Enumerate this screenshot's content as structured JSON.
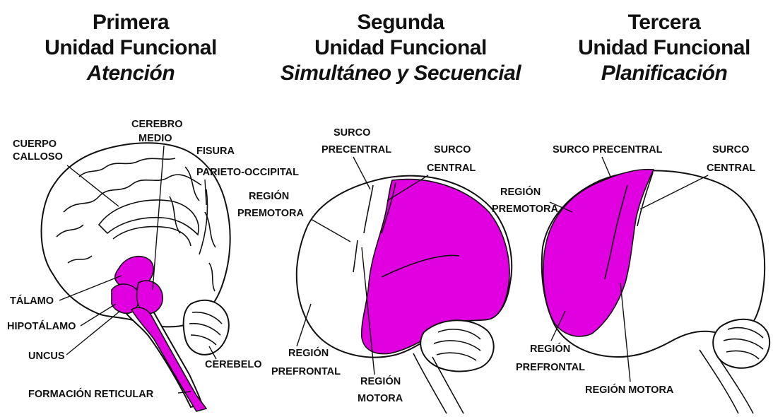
{
  "colors": {
    "highlight": "#e000e0",
    "ink": "#111111",
    "background": "#ffffff"
  },
  "panels": [
    {
      "title": "Primera",
      "subtitle": "Unidad Funcional",
      "function": "Atención",
      "labels": {
        "cuerpo_calloso": [
          "CUERPO",
          "CALLOSO"
        ],
        "cerebro_medio": [
          "CEREBRO",
          "MEDIO"
        ],
        "fisura": [
          "FISURA",
          "PARIETO-OCCIPITAL"
        ],
        "talamo": "TÁLAMO",
        "hipotalamo": "HIPOTÁLAMO",
        "uncus": "UNCUS",
        "cerebelo": "CEREBELO",
        "formacion": "FORMACIÓN RETICULAR"
      }
    },
    {
      "title": "Segunda",
      "subtitle": "Unidad Funcional",
      "function": "Simultáneo y Secuencial",
      "labels": {
        "surco_precentral": [
          "SURCO",
          "PRECENTRAL"
        ],
        "surco_central": [
          "SURCO",
          "CENTRAL"
        ],
        "region_premotora": [
          "REGIÓN",
          "PREMOTORA"
        ],
        "region_prefrontal": [
          "REGIÓN",
          "PREFRONTAL"
        ],
        "region_motora": [
          "REGIÓN",
          "MOTORA"
        ]
      }
    },
    {
      "title": "Tercera",
      "subtitle": "Unidad Funcional",
      "function": "Planificación",
      "labels": {
        "surco_precentral": "SURCO PRECENTRAL",
        "surco_central": [
          "SURCO",
          "CENTRAL"
        ],
        "region_premotora": [
          "REGIÓN",
          "PREMOTORA"
        ],
        "region_prefrontal": [
          "REGIÓN",
          "PREFRONTAL"
        ],
        "region_motora": "REGIÓN MOTORA"
      }
    }
  ]
}
